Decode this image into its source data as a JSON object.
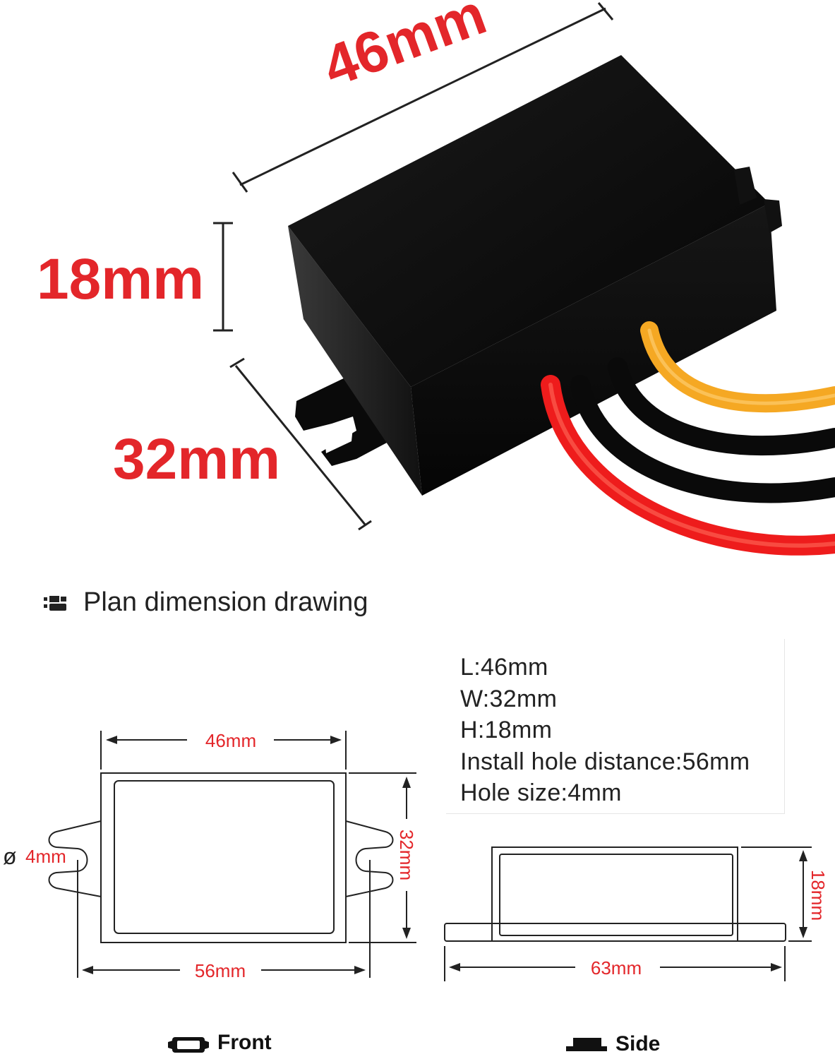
{
  "photo_dimensions": {
    "length": "46mm",
    "height": "18mm",
    "width": "32mm"
  },
  "section_title": "Plan dimension drawing",
  "specs": [
    "L:46mm",
    "W:32mm",
    "H:18mm",
    "Install hole distance:56mm",
    "Hole size:4mm"
  ],
  "front_drawing": {
    "top_dim": "46mm",
    "right_dim": "32mm",
    "bottom_dim": "56mm",
    "hole_symbol": "ø",
    "hole_dim": "4mm"
  },
  "side_drawing": {
    "right_dim": "18mm",
    "bottom_dim": "63mm"
  },
  "view_labels": {
    "front": "Front",
    "side": "Side"
  },
  "colors": {
    "dimension_red": "#e3262a",
    "wire_red": "#ee1c1c",
    "wire_yellow": "#f5a823",
    "box_black": "#0c0c0c"
  }
}
